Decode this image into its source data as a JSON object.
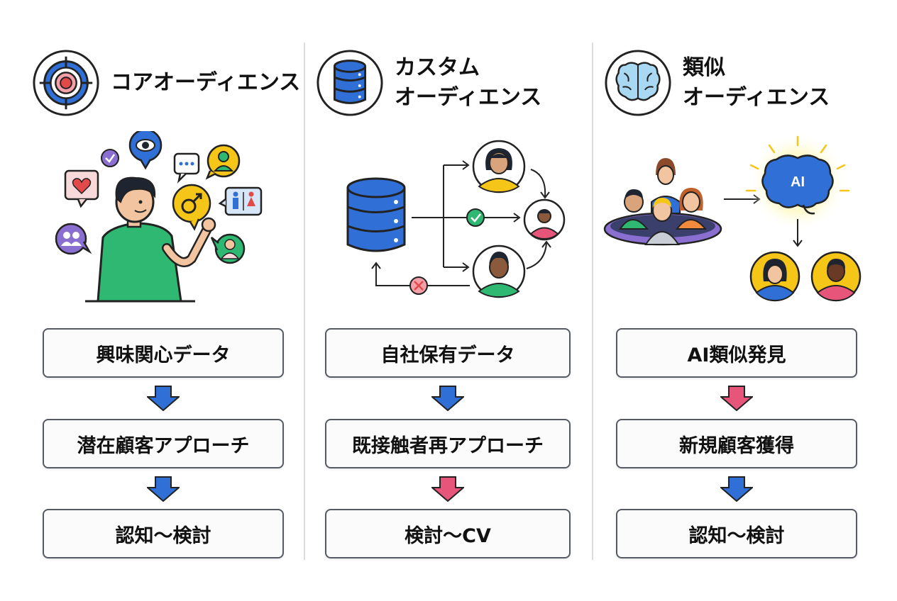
{
  "columns": [
    {
      "title": "コアオーディエンス",
      "header_icon": "target-icon",
      "steps": [
        "興味関心データ",
        "潜在顧客アプローチ",
        "認知～検討"
      ],
      "arrow_colors": [
        "#2f6fd6",
        "#2f6fd6"
      ]
    },
    {
      "title": "カスタム\nオーディエンス",
      "header_icon": "database-icon",
      "steps": [
        "自社保有データ",
        "既接触者再アプローチ",
        "検討～CV"
      ],
      "arrow_colors": [
        "#2f6fd6",
        "#e8557a"
      ]
    },
    {
      "title": "類似\nオーディエンス",
      "header_icon": "brain-icon",
      "ai_label": "AI",
      "steps": [
        "AI類似発見",
        "新規顧客獲得",
        "認知～検討"
      ],
      "arrow_colors": [
        "#e8557a",
        "#2f6fd6"
      ]
    }
  ],
  "colors": {
    "blue": "#2f6fd6",
    "pink": "#e8557a",
    "green": "#2eb872",
    "yellow": "#f5c518",
    "purple": "#8a6fd1",
    "red": "#e24a4a"
  }
}
